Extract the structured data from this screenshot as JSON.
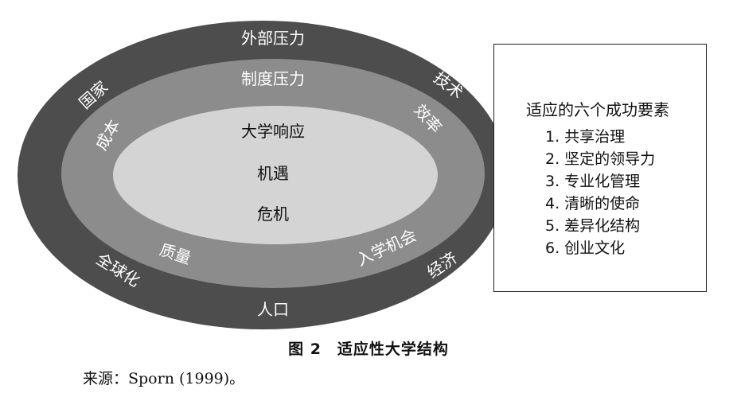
{
  "diagram": {
    "outer_top": "外部压力",
    "outer_bottom": "人口",
    "outer_upper_left": "国家",
    "outer_upper_right": "技术",
    "outer_lower_left": "全球化",
    "outer_lower_right": "经济",
    "middle_top": "制度压力",
    "middle_upper_left": "成本",
    "middle_upper_right": "效率",
    "middle_lower_left": "质量",
    "middle_lower_right": "入学机会",
    "inner_line1": "大学响应",
    "inner_line2": "机遇",
    "inner_line3": "危机",
    "colors": {
      "outer": "#4d4d4d",
      "middle": "#8c8c8c",
      "inner": "#d4d4d4"
    }
  },
  "factors": {
    "title": "适应的六个成功要素",
    "items": [
      "1. 共享治理",
      "2. 坚定的领导力",
      "3. 专业化管理",
      "4. 清晰的使命",
      "5. 差异化结构",
      "6. 创业文化"
    ]
  },
  "caption": "图 2　适应性大学结构",
  "source": "来源：Sporn (1999)。"
}
